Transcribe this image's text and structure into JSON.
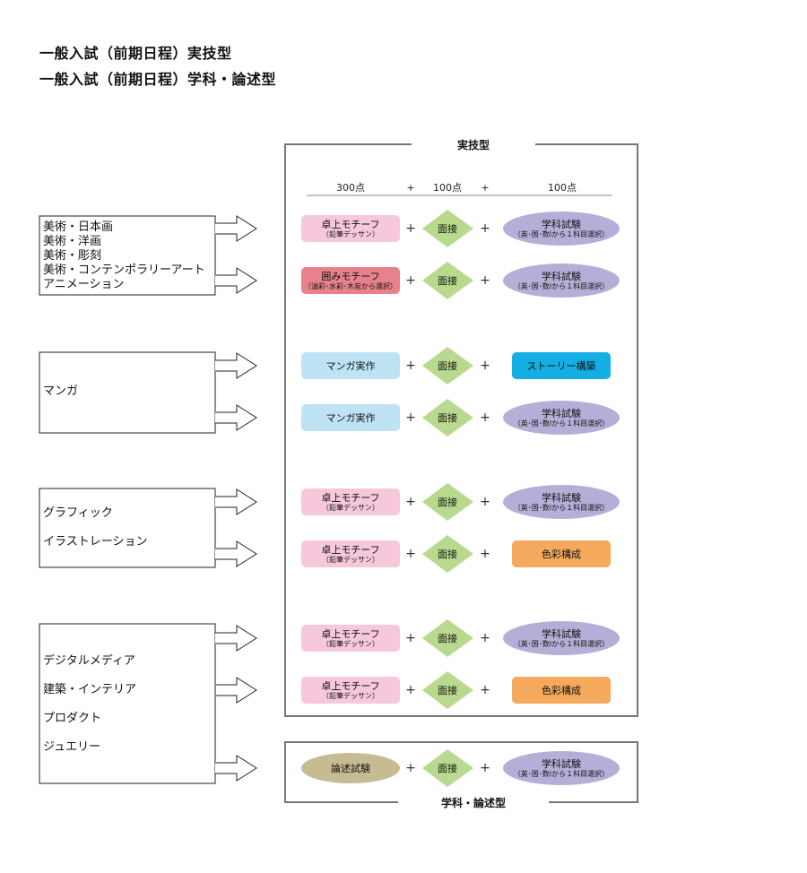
{
  "titles": [
    "一般入試（前期日程）実技型",
    "一般入試（前期日程）学科・論述型"
  ],
  "sections": {
    "jitsugi": "実技型",
    "gakka": "学科・論述型"
  },
  "header": {
    "left": "300点",
    "mid": "100点",
    "right": "100点",
    "plus": "+"
  },
  "groups": [
    {
      "lines": [
        "美術・日本画",
        "美術・洋画",
        "美術・彫刻",
        "美術・コンテンポラリーアート",
        "アニメーション"
      ]
    },
    {
      "lines": [
        "マンガ"
      ]
    },
    {
      "lines": [
        "グラフィック",
        "イラストレーション"
      ]
    },
    {
      "lines": [
        "デジタルメディア",
        "建築・インテリア",
        "プロダクト",
        "ジュエリー"
      ]
    }
  ],
  "rows": [
    {
      "first": {
        "main": "卓上モチーフ",
        "sub": "（鉛筆デッサン）",
        "style": "pink"
      },
      "mid": "面接",
      "last": {
        "main": "学科試験",
        "sub": "（英･国･数Ⅰから１科目選択）",
        "style": "purple"
      }
    },
    {
      "first": {
        "main": "囲みモチーフ",
        "sub": "（油彩･水彩･木炭から選択）",
        "style": "red"
      },
      "mid": "面接",
      "last": {
        "main": "学科試験",
        "sub": "（英･国･数Ⅰから１科目選択）",
        "style": "purple"
      }
    },
    {
      "first": {
        "main": "マンガ実作",
        "sub": "",
        "style": "lightblue"
      },
      "mid": "面接",
      "last": {
        "main": "ストーリー構築",
        "sub": "",
        "style": "blue"
      }
    },
    {
      "first": {
        "main": "マンガ実作",
        "sub": "",
        "style": "lightblue"
      },
      "mid": "面接",
      "last": {
        "main": "学科試験",
        "sub": "（英･国･数Ⅰから１科目選択）",
        "style": "purple"
      }
    },
    {
      "first": {
        "main": "卓上モチーフ",
        "sub": "（鉛筆デッサン）",
        "style": "pink"
      },
      "mid": "面接",
      "last": {
        "main": "学科試験",
        "sub": "（英･国･数Ⅰから１科目選択）",
        "style": "purple"
      }
    },
    {
      "first": {
        "main": "卓上モチーフ",
        "sub": "（鉛筆デッサン）",
        "style": "pink"
      },
      "mid": "面接",
      "last": {
        "main": "色彩構成",
        "sub": "",
        "style": "orange"
      }
    },
    {
      "first": {
        "main": "卓上モチーフ",
        "sub": "（鉛筆デッサン）",
        "style": "pink"
      },
      "mid": "面接",
      "last": {
        "main": "学科試験",
        "sub": "（英･国･数Ⅰから１科目選択）",
        "style": "purple"
      }
    },
    {
      "first": {
        "main": "卓上モチーフ",
        "sub": "（鉛筆デッサン）",
        "style": "pink"
      },
      "mid": "面接",
      "last": {
        "main": "色彩構成",
        "sub": "",
        "style": "orange"
      }
    },
    {
      "first": {
        "main": "論述試験",
        "sub": "",
        "style": "khaki"
      },
      "mid": "面接",
      "last": {
        "main": "学科試験",
        "sub": "（英･国･数Ⅰから１科目選択）",
        "style": "purple"
      }
    }
  ],
  "colors": {
    "pink": "#f7c8dc",
    "red": "#e7828c",
    "lightblue": "#bde3f4",
    "blue": "#14aee5",
    "orange": "#f4a95c",
    "purple": "#b7aed8",
    "khaki": "#c7bb92",
    "diamond": "#b9d98e",
    "frame": "#777777"
  }
}
